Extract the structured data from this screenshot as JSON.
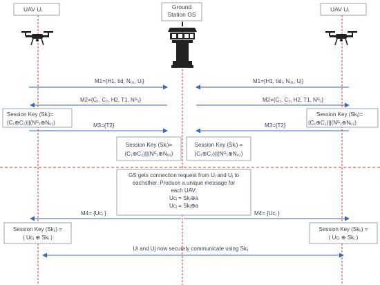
{
  "participants": {
    "left": "UAV Uᵢ",
    "ground": [
      "Ground",
      "Station GS"
    ],
    "right": "UAV Uⱼ"
  },
  "messages": {
    "m1_left": "M1={H1, tid, Nᵤ₁, Uᵢ}",
    "m1_right": "M1={H1, tidⱼ, Nᵤ₁, Uⱼ}",
    "m2_left": "M2={C₁, C₂, H2, T1, Nᴳ₁}",
    "m2_right": "M2={C₁, C₂, H2, T1, Nᴳ₁}",
    "m3_left": "M3={T2}",
    "m3_right": "M3={T2}",
    "m4_left": "M4= {Ucᵢ }",
    "m4_right": "M4= {Ucⱼ }"
  },
  "boxes": {
    "sk_uav_left": [
      "Session Key (Skᵢ)=",
      "(C₁⊕C₂)||(Nᴳ₁⊕Nᵤ₂)"
    ],
    "sk_uav_right": [
      "Session Key (Skⱼ)=",
      "(C₁⊕C₂)||(Nᴳ₁⊕Nᵤ₂)"
    ],
    "sk_gs_left": [
      "Session Key (Skᵢ)=",
      "(C₁⊕C₂)||(Nᴳ₁⊕Nᵤ₂)"
    ],
    "sk_gs_right": [
      "Session Key (Skⱼ) =",
      "(C₁⊕C₂)||(Nᴳ₁⊕Nᵤ₂)"
    ],
    "gs_note": [
      "GS gets connection request from Uᵢ and Uⱼ to",
      "eachother. Produce a unique message for",
      "each UAV:",
      "Ucᵢ = Skⱼ⊕a",
      "Ucⱼ = Skᵢ⊕a"
    ],
    "skij_left": [
      "Session Key (Skᵢⱼ) =",
      "( Ucⱼ ⊕ Skᵢ )"
    ],
    "skij_right": [
      "Session Key (Skᵢⱼ) =",
      "( Ucᵢ ⊕ Skⱼ )"
    ]
  },
  "final_message": "Ui and Uj now securely communicate using Skᵢⱼ",
  "colors": {
    "arrow": "#3a6ab7",
    "lifeline": "#d13b2b",
    "box_border": "#7f8fa6",
    "icon": "#222222"
  },
  "icons": {
    "uav": "drone-icon",
    "ground_station": "control-tower-icon"
  }
}
